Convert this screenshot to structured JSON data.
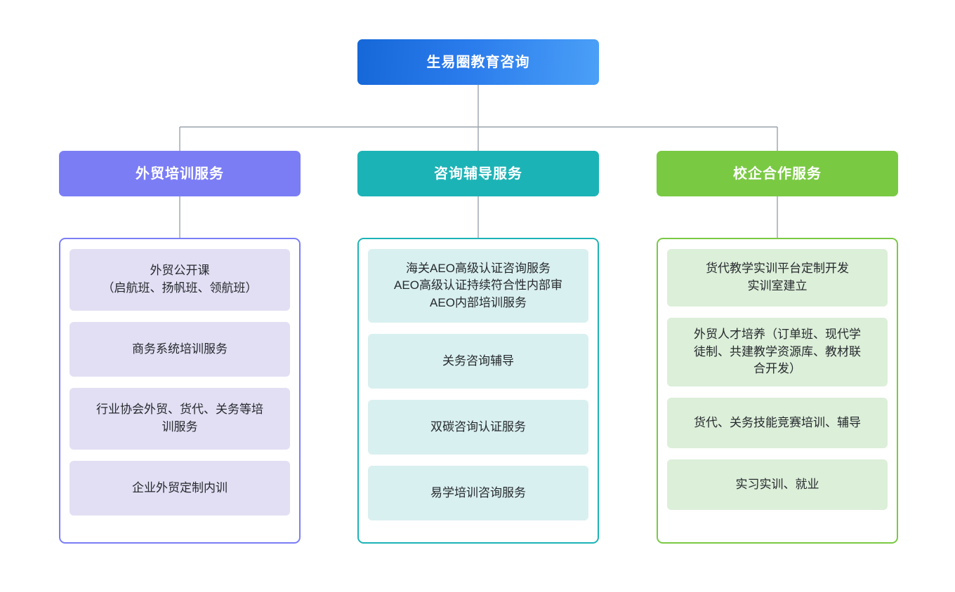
{
  "diagram": {
    "type": "organization-chart",
    "root": {
      "label": "生易圈教育咨询",
      "color": "#2a7bec"
    },
    "connector_color": "#9aa3ad",
    "columns": [
      {
        "header": {
          "label": "外贸培训服务",
          "color": "#7b7df5"
        },
        "border_color": "#7b7df5",
        "item_fill": "#e2dff4",
        "items": [
          {
            "label": "外贸公开课\n（启航班、扬帆班、领航班）",
            "lines": 2
          },
          {
            "label": "商务系统培训服务",
            "lines": 1
          },
          {
            "label": "行业协会外贸、货代、关务等培\n训服务",
            "lines": 2
          },
          {
            "label": "企业外贸定制内训",
            "lines": 1
          }
        ]
      },
      {
        "header": {
          "label": "咨询辅导服务",
          "color": "#1cb3b6"
        },
        "border_color": "#1cb3b6",
        "item_fill": "#d9f0f0",
        "items": [
          {
            "label": "海关AEO高级认证咨询服务\nAEO高级认证持续符合性内部审\nAEO内部培训服务",
            "lines": 3
          },
          {
            "label": "关务咨询辅导",
            "lines": 1
          },
          {
            "label": "双碳咨询认证服务",
            "lines": 1
          },
          {
            "label": "易学培训咨询服务",
            "lines": 1
          }
        ]
      },
      {
        "header": {
          "label": "校企合作服务",
          "color": "#7ac943"
        },
        "border_color": "#7ac943",
        "item_fill": "#dcefd9",
        "items": [
          {
            "label": "货代教学实训平台定制开发\n实训室建立",
            "lines": 2
          },
          {
            "label": "外贸人才培养（订单班、现代学\n徒制、共建教学资源库、教材联\n合开发）",
            "lines": 3
          },
          {
            "label": "货代、关务技能竞赛培训、辅导",
            "lines": 1
          },
          {
            "label": "实习实训、就业",
            "lines": 1
          }
        ]
      }
    ]
  }
}
